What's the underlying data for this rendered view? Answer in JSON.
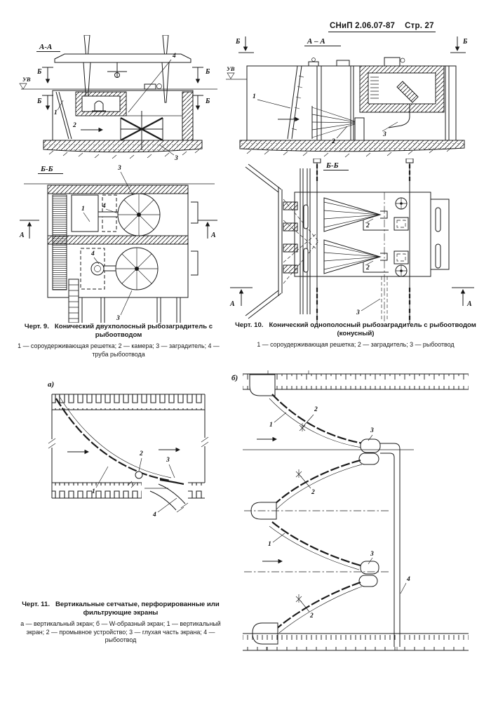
{
  "header": {
    "doc_ref": "СНиП 2.06.07-87",
    "page_ref": "Стр. 27"
  },
  "marks": {
    "section_aa": "А-А",
    "section_aa_spaced": "А – А",
    "section_bb": "Б-Б",
    "letter_a": "А",
    "letter_b": "Б",
    "water_level": "УВ"
  },
  "callouts": {
    "n1": "1",
    "n2": "2",
    "n3": "3",
    "n4": "4"
  },
  "sublabels": {
    "a": "а)",
    "b": "б)"
  },
  "captions": {
    "fig9": {
      "number": "Черт. 9.",
      "title": "Конический двухполосный рыбозаградитель с рыбоотводом",
      "legend": "1 — сороудерживающая решетка; 2 — камера; 3 — заградитель; 4 — труба рыбоотвода"
    },
    "fig10": {
      "number": "Черт. 10.",
      "title": "Конический однополосный рыбозаградитель с рыбоотводом (конусный)",
      "legend": "1 — сороудерживающая решетка; 2 — заградитель; 3 — рыбоотвод"
    },
    "fig11": {
      "number": "Черт. 11.",
      "title": "Вертикальные сетчатые, перфорированные или фильтрующие экраны",
      "legend": "а — вертикальный экран; б — W-образный экран; 1 — вертикальный экран; 2 — промывное устройство; 3 — глухая часть экрана; 4 — рыбоотвод"
    }
  },
  "colors": {
    "ink": "#1b1b1b",
    "paper": "#ffffff"
  }
}
